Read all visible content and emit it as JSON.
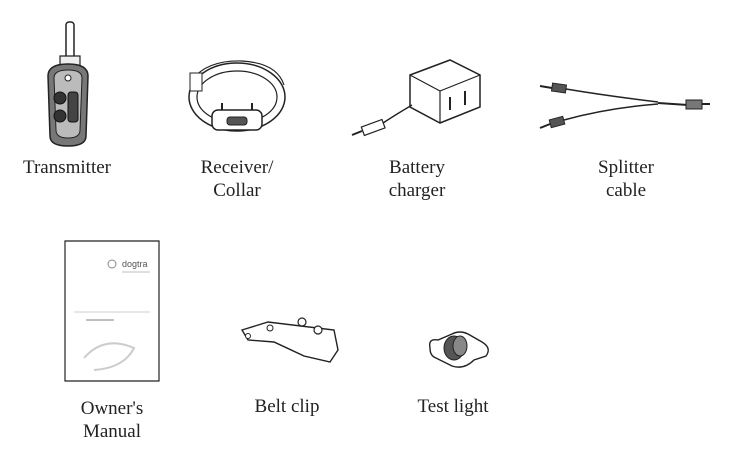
{
  "items": [
    {
      "id": "transmitter",
      "label_lines": [
        "Transmitter"
      ]
    },
    {
      "id": "receiver-collar",
      "label_lines": [
        "Receiver/",
        "Collar"
      ]
    },
    {
      "id": "battery-charger",
      "label_lines": [
        "Battery",
        "charger"
      ]
    },
    {
      "id": "splitter-cable",
      "label_lines": [
        "Splitter",
        "cable"
      ]
    },
    {
      "id": "owners-manual",
      "label_lines": [
        "Owner's",
        "Manual"
      ]
    },
    {
      "id": "belt-clip",
      "label_lines": [
        "Belt clip"
      ]
    },
    {
      "id": "test-light",
      "label_lines": [
        "Test light"
      ]
    }
  ],
  "manual_cover": {
    "brand": "dogtra"
  },
  "colors": {
    "line": "#222222",
    "fill_dark": "#555555",
    "fill_light": "#dddddd"
  }
}
